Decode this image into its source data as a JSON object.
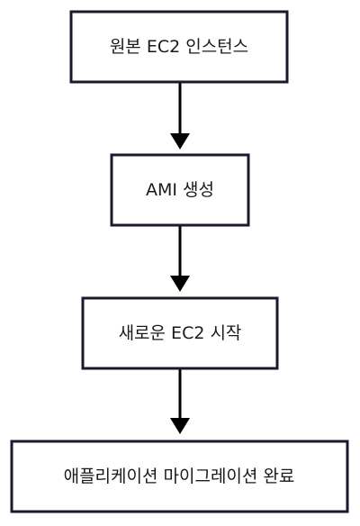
{
  "flowchart": {
    "nodes": [
      {
        "id": "n1",
        "label": "원본 EC2 인스턴스"
      },
      {
        "id": "n2",
        "label": "AMI 생성"
      },
      {
        "id": "n3",
        "label": "새로운 EC2 시작"
      },
      {
        "id": "n4",
        "label": "애플리케이션 마이그레이션 완료"
      }
    ],
    "edges": [
      {
        "from": "n1",
        "to": "n2"
      },
      {
        "from": "n2",
        "to": "n3"
      },
      {
        "from": "n3",
        "to": "n4"
      }
    ],
    "colors": {
      "node_border": "#1a1a2e",
      "node_fill": "#ffffff",
      "text": "#1a1a1a",
      "arrow": "#000000"
    }
  }
}
